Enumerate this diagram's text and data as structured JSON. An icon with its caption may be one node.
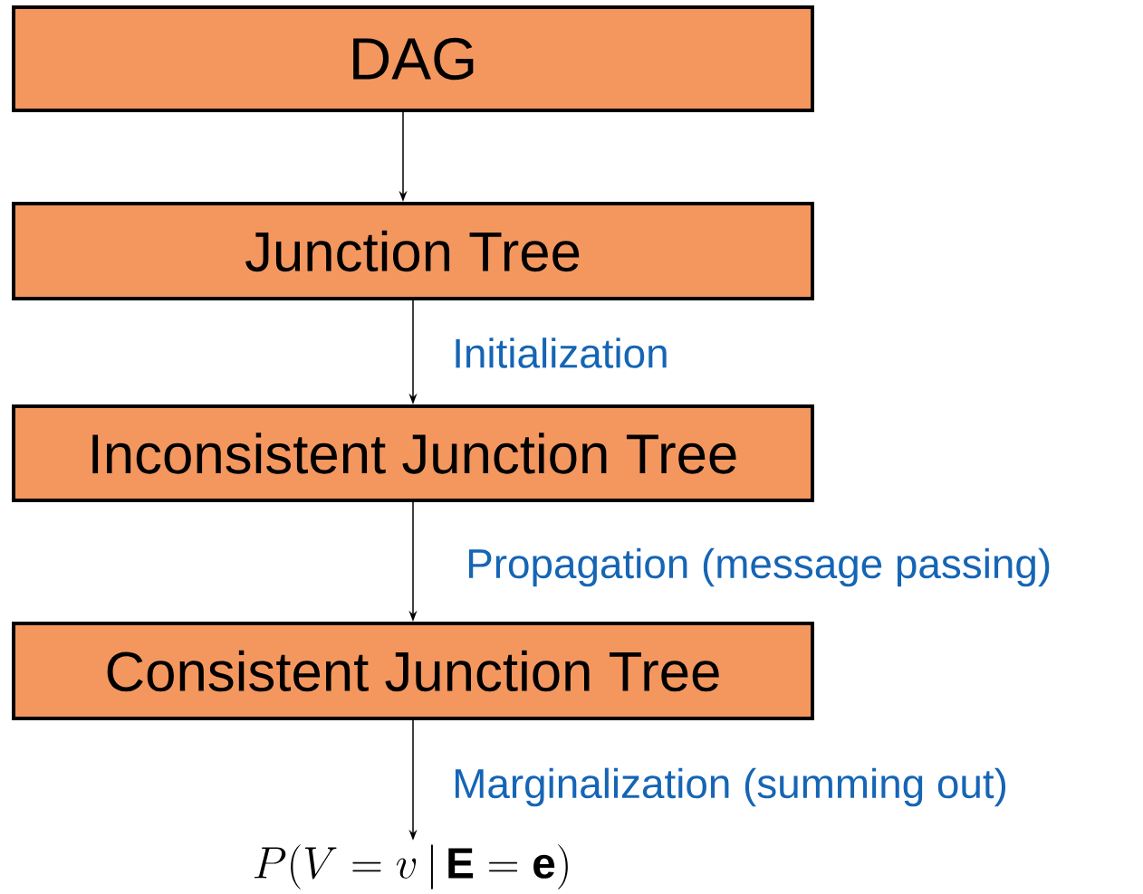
{
  "diagram": {
    "nodes": [
      {
        "text": [
          "DAG"
        ]
      },
      {
        "text": [
          "Junction Tree"
        ]
      },
      {
        "text": [
          "Inconsistent Junction Tree"
        ]
      },
      {
        "text": [
          "Consistent Junction Tree"
        ]
      },
      {
        "text": [
          "P(V=v\\,|\\,\\mathbf{E}=\\mathbf{e})"
        ]
      }
    ],
    "edges": [
      {
        "from": 0,
        "to": 1,
        "arrow": "to"
      },
      {
        "from": 1,
        "to": 2,
        "arrow": "to",
        "label": "Initialization"
      },
      {
        "from": 2,
        "to": 3,
        "arrow": "to",
        "label": "Propagation (message passing)"
      },
      {
        "from": 3,
        "to": 4,
        "arrow": "to",
        "label": "Marginalization (summing out)"
      }
    ]
  }
}
